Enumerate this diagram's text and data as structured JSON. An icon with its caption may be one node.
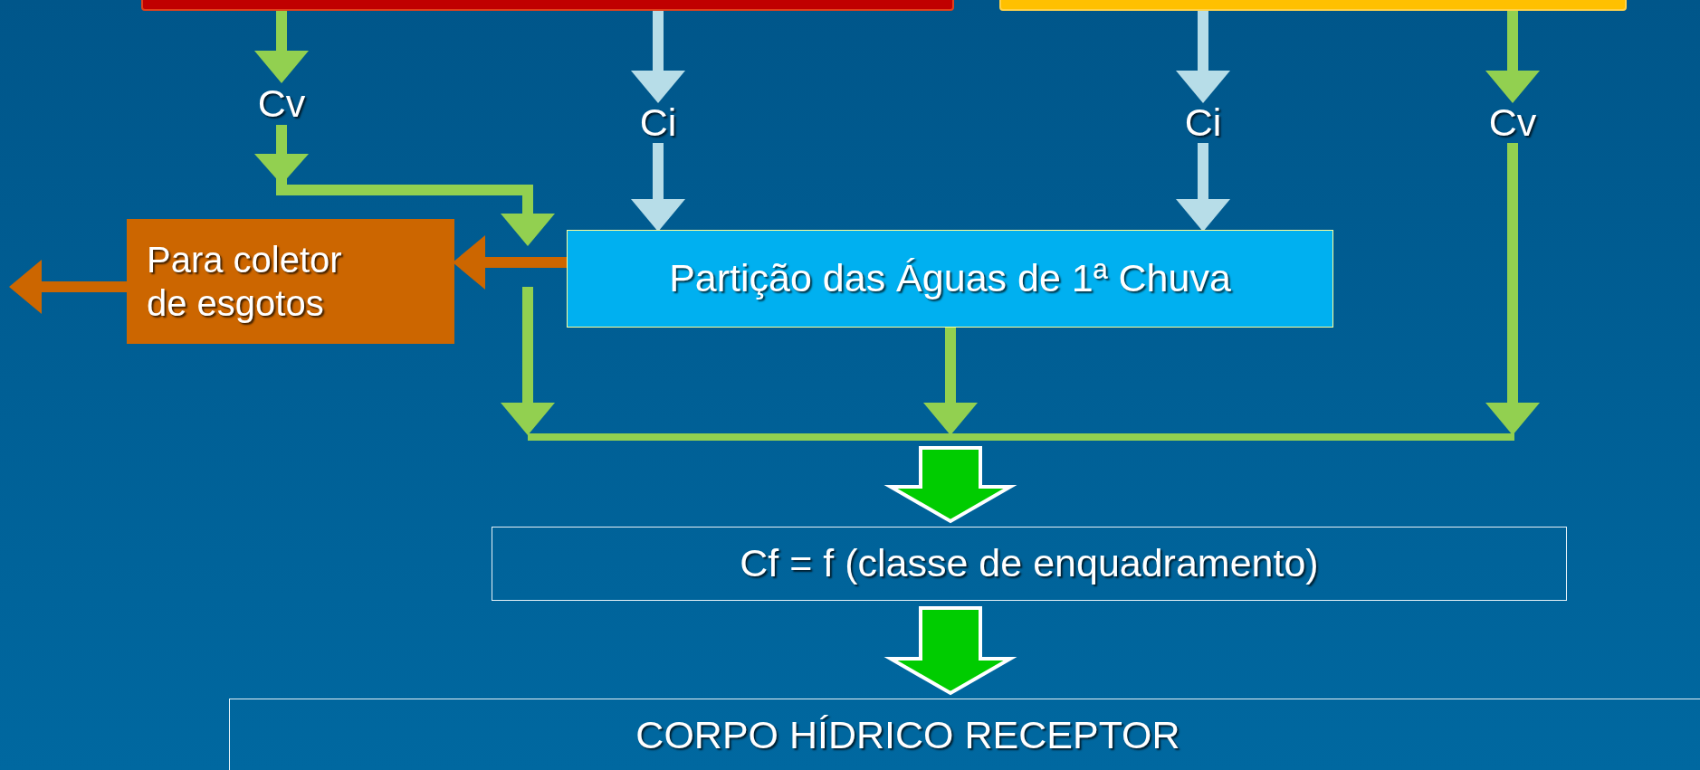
{
  "diagram": {
    "nodes": [
      {
        "text": [],
        "shape": "box"
      },
      {
        "text": [],
        "shape": "box"
      },
      {
        "text": [
          "Cv"
        ]
      },
      {
        "text": [
          "Ci"
        ]
      },
      {
        "text": [
          "Ci"
        ]
      },
      {
        "text": [
          "Cv"
        ]
      },
      {
        "text": [
          "Para coletor de esgotos"
        ]
      },
      {
        "text": [
          "Partição das Águas de 1ª Chuva"
        ]
      },
      {
        "text": [],
        "shape": "bar"
      },
      {
        "text": [
          "Cf = f (classe de enquadramento)"
        ]
      },
      {
        "text": [
          "CORPO HÍDRICO RECEPTOR"
        ]
      }
    ],
    "edges": [
      {
        "from": 0,
        "to": 2,
        "arrow": "to"
      },
      {
        "from": 0,
        "to": 3,
        "arrow": "to",
        "color": "#b7dde8"
      },
      {
        "from": 1,
        "to": 4,
        "arrow": "to",
        "color": "#b7dde8"
      },
      {
        "from": 1,
        "to": 5,
        "arrow": "to"
      },
      {
        "from": 2,
        "to": 7,
        "arrow": "to"
      },
      {
        "from": 3,
        "to": 7,
        "arrow": "to",
        "color": "#b7dde8"
      },
      {
        "from": 4,
        "to": 7,
        "arrow": "to",
        "color": "#b7dde8"
      },
      {
        "from": 7,
        "to": 6,
        "arrow": "to",
        "color": "#cc6600"
      },
      {
        "from": 6,
        "to": null,
        "arrow": "to",
        "color": "#cc6600"
      },
      {
        "from": null,
        "to": 8,
        "arrow": "to"
      },
      {
        "from": 7,
        "to": 8,
        "arrow": "to"
      },
      {
        "from": 5,
        "to": 8,
        "arrow": "to"
      },
      {
        "from": 8,
        "to": 9,
        "arrow": "to",
        "style": "thick",
        "color": "#00cc00"
      },
      {
        "from": 9,
        "to": 10,
        "arrow": "to",
        "style": "thick",
        "color": "#00cc00"
      }
    ]
  }
}
